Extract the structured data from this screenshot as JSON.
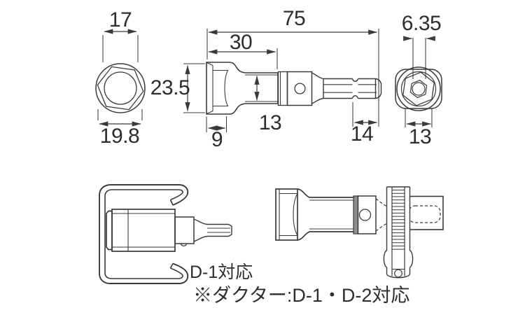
{
  "drawing": {
    "type": "technical-dimension-drawing",
    "part": "hex-socket bit adapter",
    "line_color": "#3a3a3a",
    "collar_color": "#8f8f8f",
    "dimensions": {
      "front_top": "17",
      "front_bottom": "19.8",
      "side_total_length": "75",
      "side_body_length": "30",
      "side_height": "23.5",
      "side_bore": "13",
      "side_head_depth": "9",
      "side_shank_length": "14",
      "rear_shank_width": "6.35",
      "rear_across_flats": "13"
    },
    "notes": {
      "line1": "D-1対応",
      "line2": "※ダクター:D-1・D-2対応"
    }
  }
}
